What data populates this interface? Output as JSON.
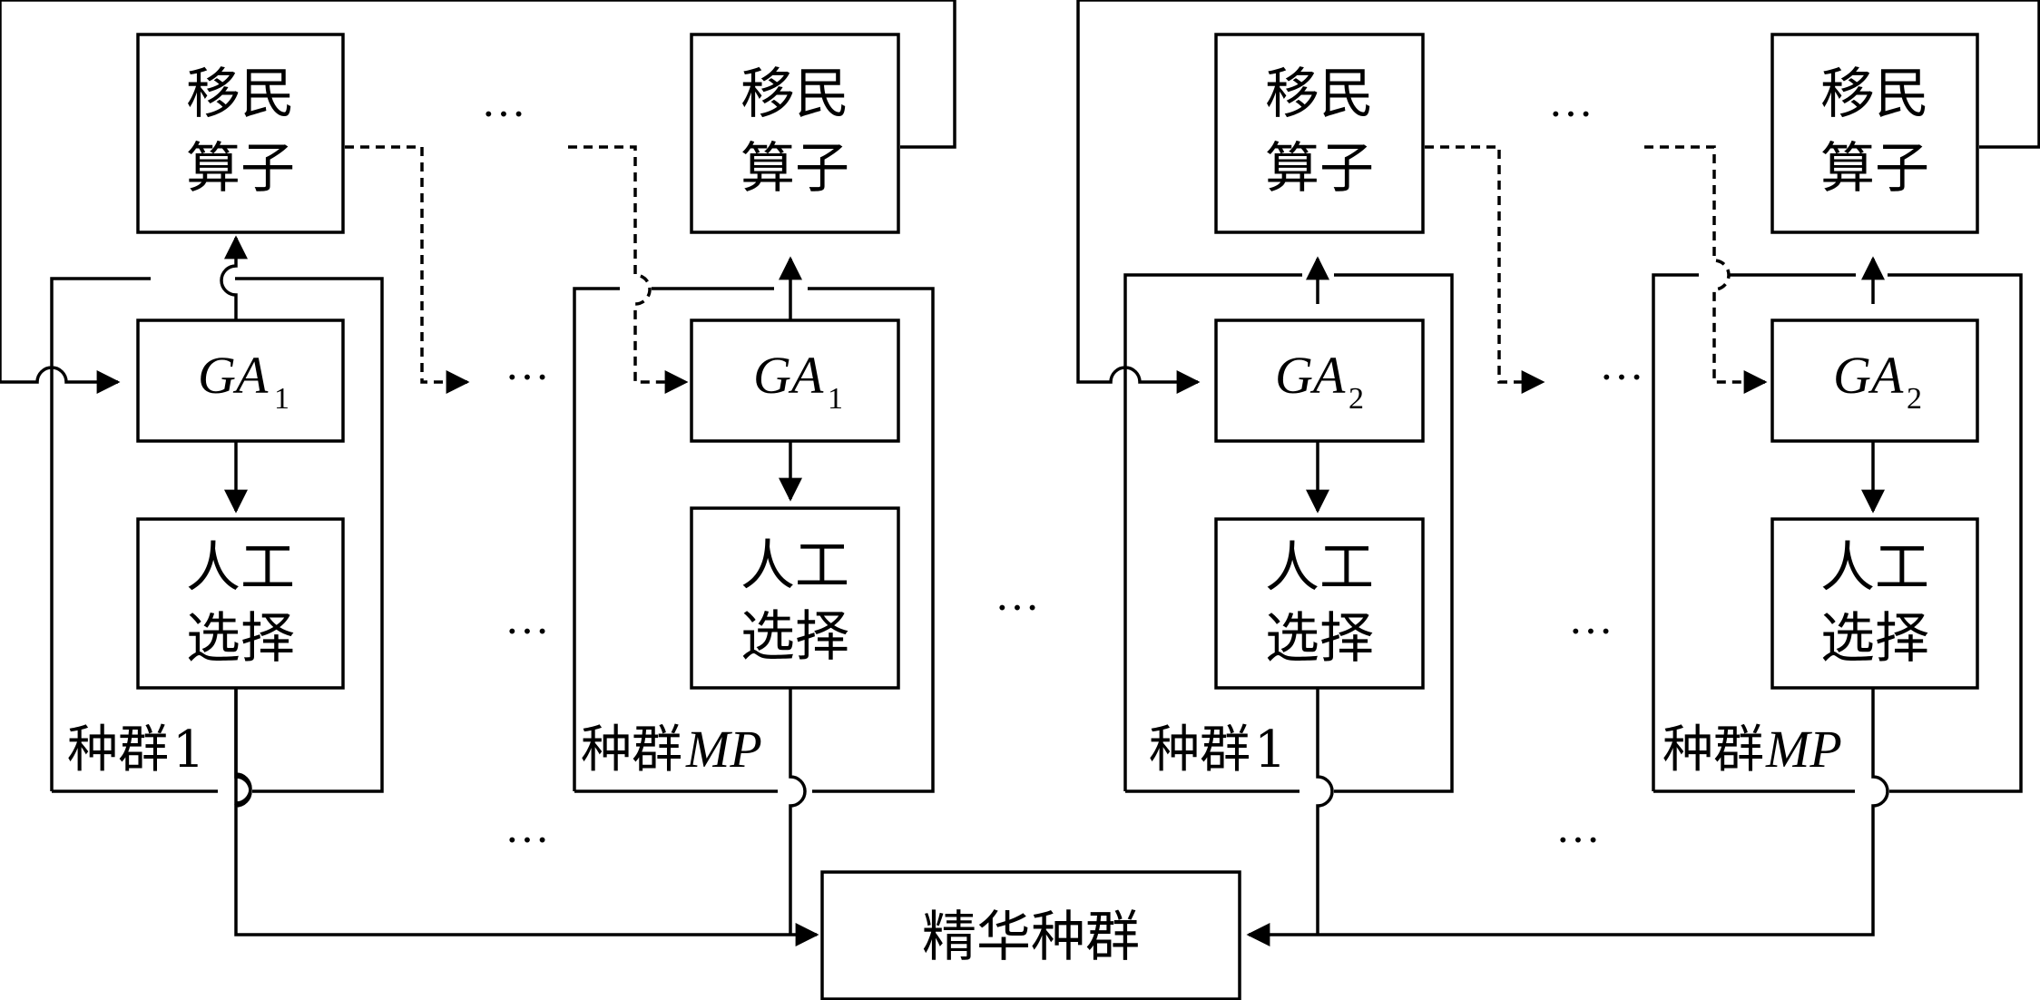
{
  "migration_label": [
    "移民",
    "算子"
  ],
  "selection_label": [
    "人工",
    "选择"
  ],
  "ga": {
    "prefix": "GA",
    "sub_1": "1",
    "sub_2": "2"
  },
  "population": {
    "prefix": "种群",
    "first": "1",
    "last": "MP"
  },
  "elite_label": "精华种群",
  "ellipsis": "···"
}
